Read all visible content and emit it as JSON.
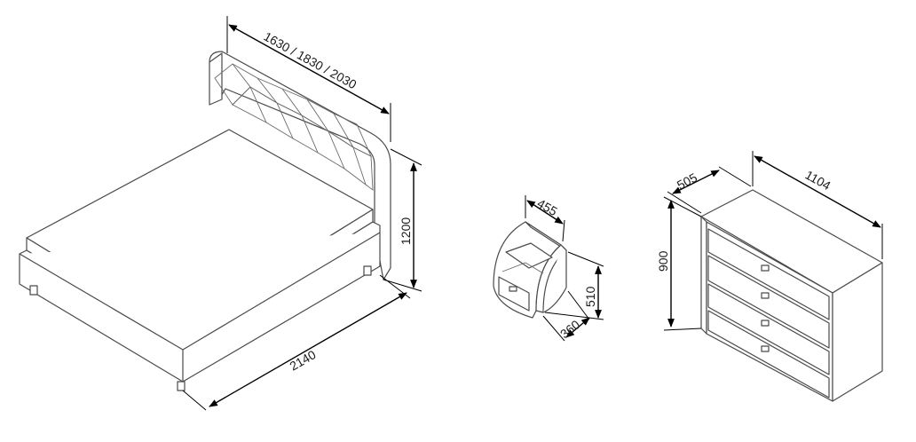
{
  "dimensions": {
    "bed_width": "1630 / 1830 / 2030",
    "bed_height": "1200",
    "bed_length": "2140",
    "nightstand_width": "455",
    "nightstand_height": "510",
    "nightstand_depth": "360",
    "dresser_depth": "505",
    "dresser_width": "1104",
    "dresser_height": "900"
  },
  "colors": {
    "line": "#4a4a4a",
    "dimension": "#000000",
    "fill": "#ffffff"
  }
}
